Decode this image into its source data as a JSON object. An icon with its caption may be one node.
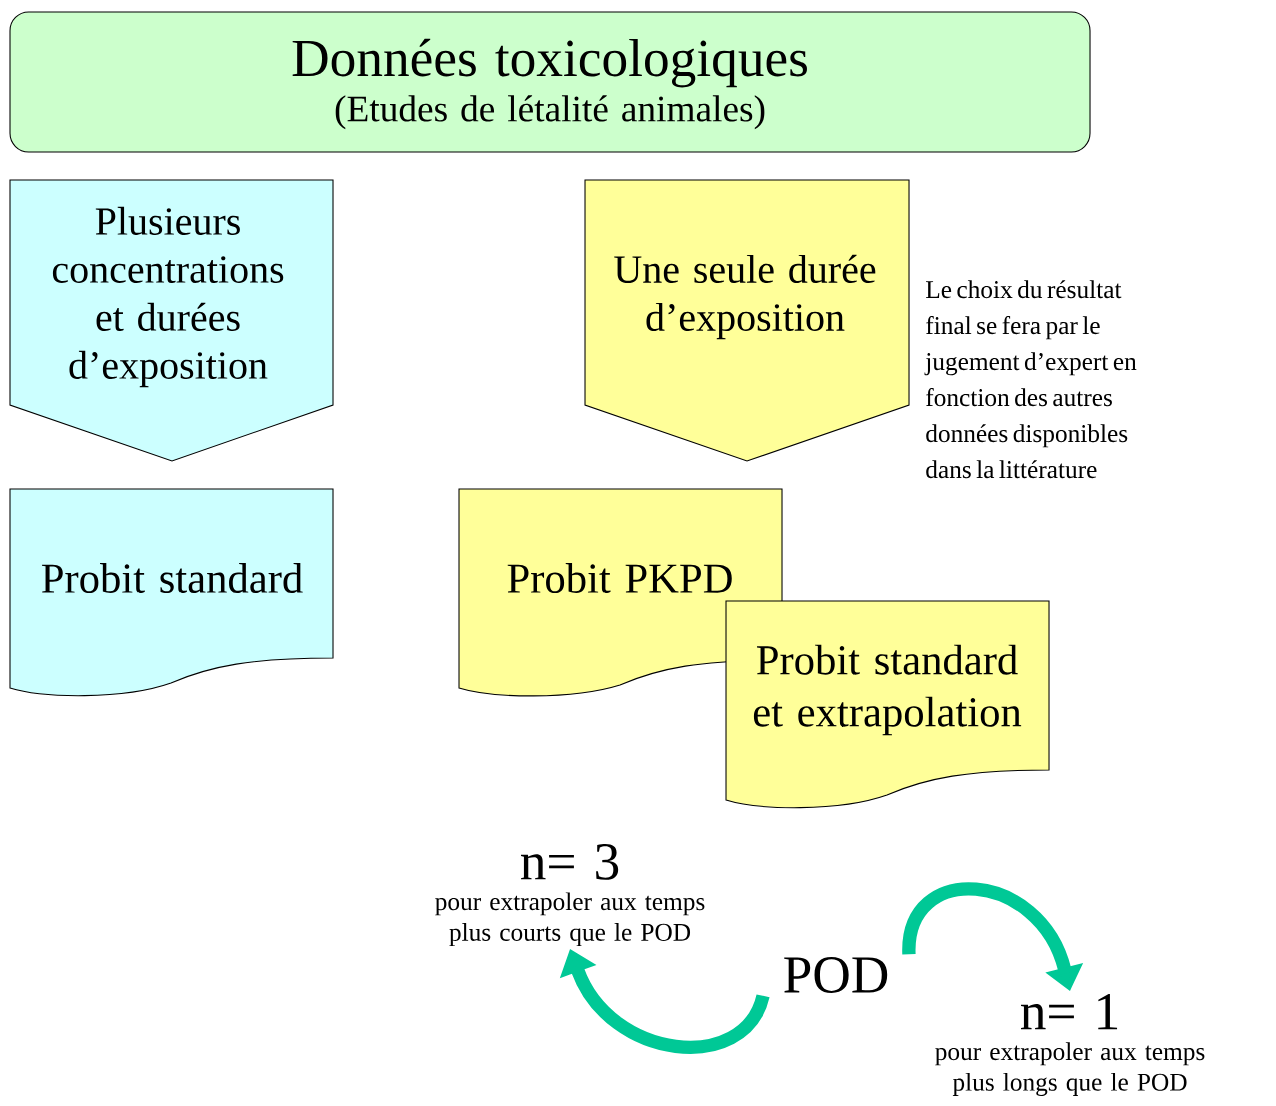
{
  "diagram": {
    "nodes": [
      {
        "text": [
          "Données toxicologiques",
          "(Etudes de létalité animales)"
        ]
      },
      {
        "text": [
          "Plusieurs concentrations et durées d’exposition"
        ]
      },
      {
        "text": [
          "Une seule durée d’exposition"
        ],
        "beside": [
          "Le choix du résultat final se fera par le jugement d’expert en fonction des autres données disponibles dans la littérature"
        ]
      },
      {
        "text": [
          "Probit standard"
        ]
      },
      {
        "text": [
          "Probit PKPD"
        ]
      },
      {
        "text": [
          "Probit standard et extrapolation"
        ]
      },
      {
        "text": [
          "n= 3",
          "pour extrapoler aux temps plus courts que le POD"
        ]
      },
      {
        "text": [
          "POD"
        ]
      },
      {
        "text": [
          "n= 1",
          "pour extrapoler aux temps plus longs que le POD"
        ]
      }
    ],
    "edges": [
      {
        "from": 7,
        "to": 6,
        "arrow": "to"
      },
      {
        "from": 7,
        "to": 8,
        "arrow": "to"
      }
    ]
  }
}
